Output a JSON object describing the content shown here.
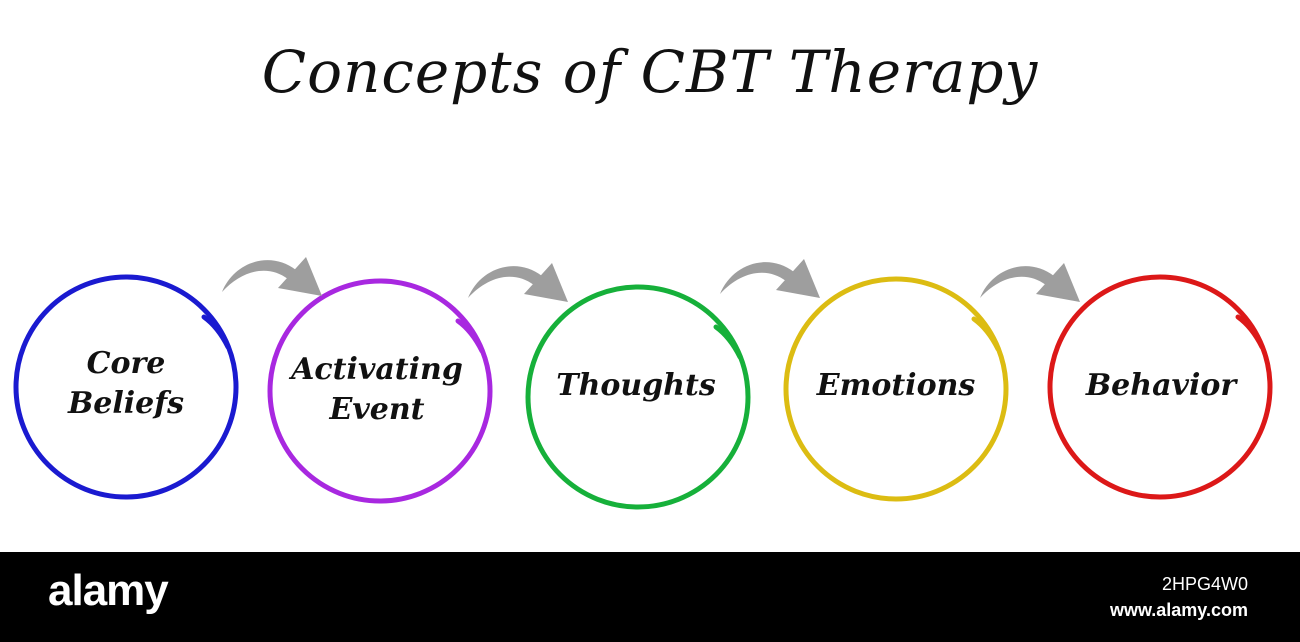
{
  "title": "Concepts of CBT Therapy",
  "nodes": [
    {
      "lines": [
        "Core",
        "Beliefs"
      ],
      "color": "#1a1ad0"
    },
    {
      "lines": [
        "Activating",
        "Event"
      ],
      "color": "#a828e0"
    },
    {
      "lines": [
        "Thoughts"
      ],
      "color": "#16b03a"
    },
    {
      "lines": [
        "Emotions"
      ],
      "color": "#dcbc12"
    },
    {
      "lines": [
        "Behavior"
      ],
      "color": "#dc1818"
    }
  ],
  "arrow_color": "#9e9e9e",
  "watermark": {
    "brand": "alamy",
    "image_code": "2HPG4W0",
    "site": "www.alamy.com"
  }
}
